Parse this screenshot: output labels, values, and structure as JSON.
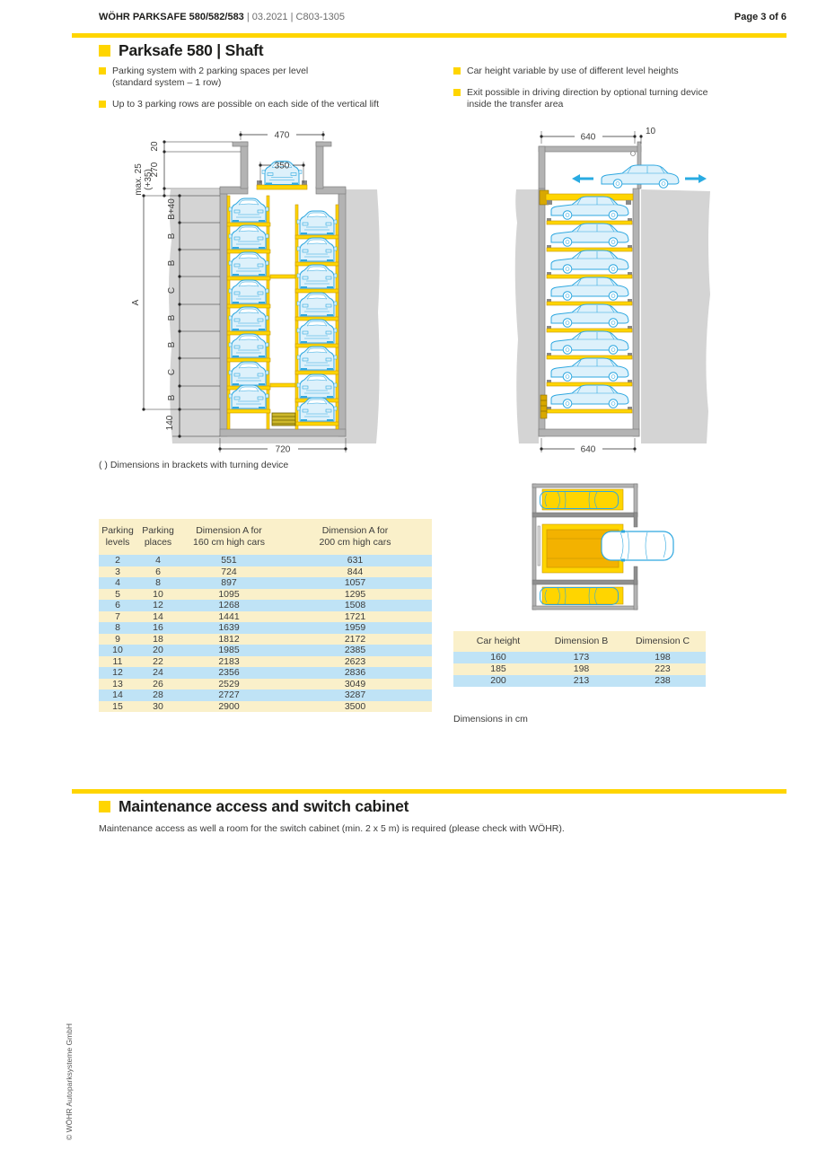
{
  "header": {
    "product": "WÖHR PARKSAFE 580/582/583",
    "meta": " | 03.2021 | C803-1305",
    "page": "Page 3 of 6"
  },
  "section_shaft": {
    "title": "Parksafe 580 | Shaft",
    "bullets_left": [
      [
        "Parking system with 2 parking spaces per level",
        "(standard system – 1 row)"
      ],
      [
        "Up to 3 parking rows are possible on each side of the vertical lift",
        ""
      ]
    ],
    "bullets_right": [
      [
        "Car height variable by use of different level heights",
        ""
      ],
      [
        "Exit possible in driving direction by optional turning device",
        "inside the transfer area"
      ]
    ]
  },
  "diagram_front": {
    "top_width": "470",
    "platform_width": "350",
    "parapet": "20",
    "transfer_height": "270",
    "pit_note1": "max. 25",
    "pit_note2": "(+35)",
    "level_labels": [
      "B+40",
      "B",
      "B",
      "C",
      "B",
      "B",
      "C",
      "B"
    ],
    "overall": "A",
    "pit_depth": "140",
    "shaft_width": "720"
  },
  "diagram_side": {
    "top_width": "640",
    "door_gap": "10",
    "shaft_length": "640"
  },
  "caption_brackets": "( )  Dimensions in brackets with turning device",
  "table_a": {
    "headers": [
      "Parking\nlevels",
      "Parking\nplaces",
      "Dimension A for\n160 cm high cars",
      "Dimension A for\n200 cm high cars"
    ],
    "rows": [
      [
        "2",
        "4",
        "551",
        "631"
      ],
      [
        "3",
        "6",
        "724",
        "844"
      ],
      [
        "4",
        "8",
        "897",
        "1057"
      ],
      [
        "5",
        "10",
        "1095",
        "1295"
      ],
      [
        "6",
        "12",
        "1268",
        "1508"
      ],
      [
        "7",
        "14",
        "1441",
        "1721"
      ],
      [
        "8",
        "16",
        "1639",
        "1959"
      ],
      [
        "9",
        "18",
        "1812",
        "2172"
      ],
      [
        "10",
        "20",
        "1985",
        "2385"
      ],
      [
        "11",
        "22",
        "2183",
        "2623"
      ],
      [
        "12",
        "24",
        "2356",
        "2836"
      ],
      [
        "13",
        "26",
        "2529",
        "3049"
      ],
      [
        "14",
        "28",
        "2727",
        "3287"
      ],
      [
        "15",
        "30",
        "2900",
        "3500"
      ]
    ]
  },
  "table_bc": {
    "headers": [
      "Car height",
      "Dimension B",
      "Dimension C"
    ],
    "rows": [
      [
        "160",
        "173",
        "198"
      ],
      [
        "185",
        "198",
        "223"
      ],
      [
        "200",
        "213",
        "238"
      ]
    ]
  },
  "dimensions_note": "Dimensions in cm",
  "section_maintenance": {
    "title": "Maintenance access and switch cabinet",
    "body": "Maintenance access as well a room for the switch cabinet (min. 2 x 5 m) is required (please check with WÖHR)."
  },
  "footer": {
    "copyright": "© WÖHR Autoparksysteme GmbH"
  },
  "colors": {
    "accent_yellow": "#FFD500",
    "table_cream": "#FAF0CA",
    "table_blue": "#BFE3F6",
    "car_blue": "#2FA8E0",
    "wall_gray": "#B3B3B3",
    "earth_gray": "#D4D4D4"
  }
}
